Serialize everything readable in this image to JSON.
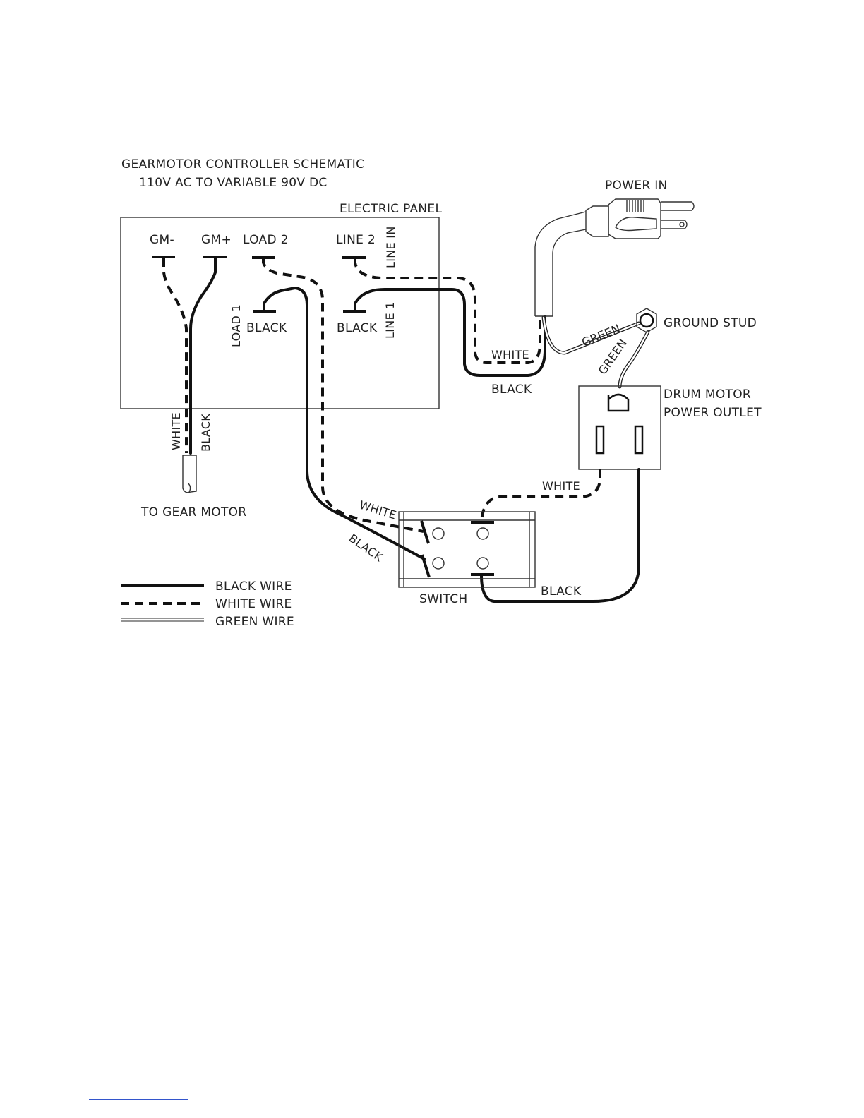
{
  "title": {
    "line1": "GEARMOTOR CONTROLLER SCHEMATIC",
    "line2": "110V AC TO VARIABLE 90V DC"
  },
  "panel": {
    "label": "ELECTRIC PANEL",
    "terminals": {
      "gm_minus": "GM-",
      "gm_plus": "GM+",
      "load2": "LOAD 2",
      "load1": "LOAD 1",
      "line2": "LINE 2",
      "line_in": "LINE IN",
      "line1": "LINE 1",
      "load1_wire": "BLACK",
      "line1_wire": "BLACK"
    }
  },
  "gear_motor": {
    "label": "TO GEAR MOTOR",
    "wire_white": "WHITE",
    "wire_black": "BLACK"
  },
  "power_in": {
    "label": "POWER IN",
    "wire_white": "WHITE",
    "wire_black": "BLACK",
    "wire_green": "GREEN"
  },
  "ground_stud": {
    "label": "GROUND STUD",
    "wire_green": "GREEN"
  },
  "outlet": {
    "label_line1": "DRUM MOTOR",
    "label_line2": "POWER OUTLET",
    "wire_white": "WHITE",
    "wire_black": "BLACK"
  },
  "switch": {
    "label": "SWITCH",
    "wire_white": "WHITE",
    "wire_black": "BLACK"
  },
  "legend": {
    "items": [
      {
        "label": "BLACK WIRE",
        "style": "solid"
      },
      {
        "label": "WHITE WIRE",
        "style": "dashed"
      },
      {
        "label": "GREEN WIRE",
        "style": "double"
      }
    ]
  },
  "colors": {
    "ink": "#111111",
    "paper": "#ffffff",
    "rule": "#3355cc"
  }
}
